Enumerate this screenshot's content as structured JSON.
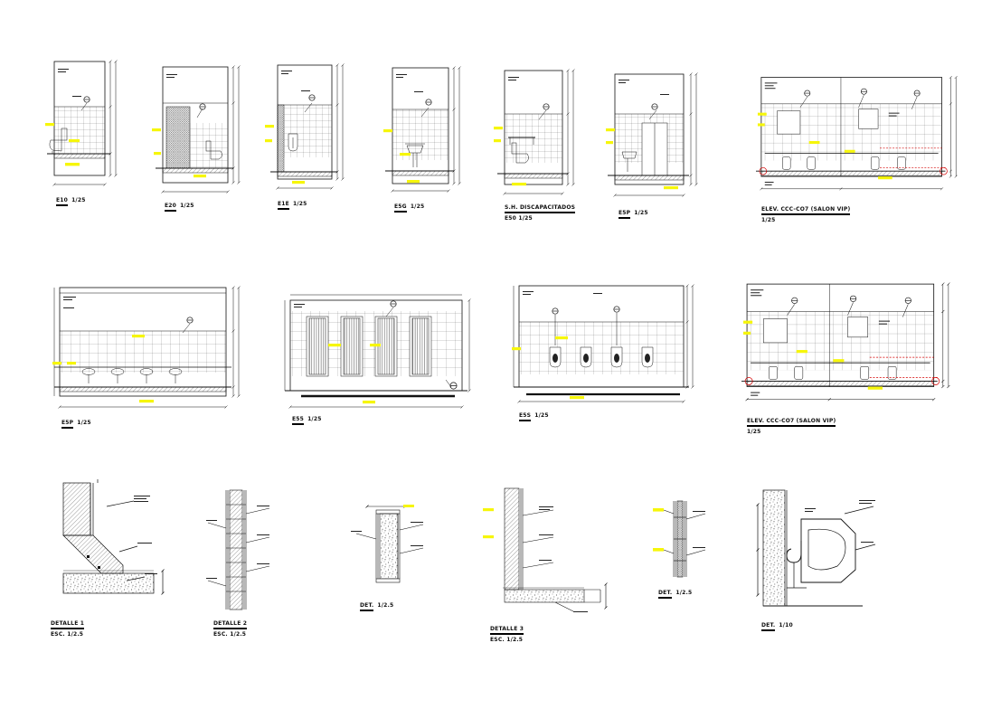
{
  "sheet": {
    "background": "#ffffff",
    "type": "CAD detail sheet - sanitary elevations and wall details"
  },
  "colors": {
    "line": "#111111",
    "highlight_yellow": "#f6f60a",
    "accent_red": "#d40000",
    "tile_grid": "#555555"
  },
  "panels": [
    {
      "label": "E10",
      "scale": "1/25"
    },
    {
      "label": "E20",
      "scale": "1/25"
    },
    {
      "label": "E1E",
      "scale": "1/25"
    },
    {
      "label": "E5G",
      "scale": "1/25"
    },
    {
      "label": "S.H. DISCAPACITADOS",
      "scale": "E50  1/25"
    },
    {
      "label": "E5P",
      "scale": "1/25"
    },
    {
      "label": "ELEV. CCC-CO7 (SALON VIP)",
      "scale": "1/25"
    },
    {
      "label": "E5P",
      "scale": "1/25"
    },
    {
      "label": "E55",
      "scale": "1/25"
    },
    {
      "label": "E5S",
      "scale": "1/25"
    },
    {
      "label": "ELEV. CCC-CO7 (SALON VIP)",
      "scale": "1/25"
    },
    {
      "label": "DETALLE 1",
      "scale": "ESC. 1/2.5"
    },
    {
      "label": "DETALLE 2",
      "scale": "ESC. 1/2.5"
    },
    {
      "label": "DET.",
      "scale": "1/2.5"
    },
    {
      "label": "DETALLE 3",
      "scale": "ESC. 1/2.5"
    },
    {
      "label": "DET.",
      "scale": "1/2.5"
    },
    {
      "label": "DET.",
      "scale": "1/10"
    }
  ]
}
